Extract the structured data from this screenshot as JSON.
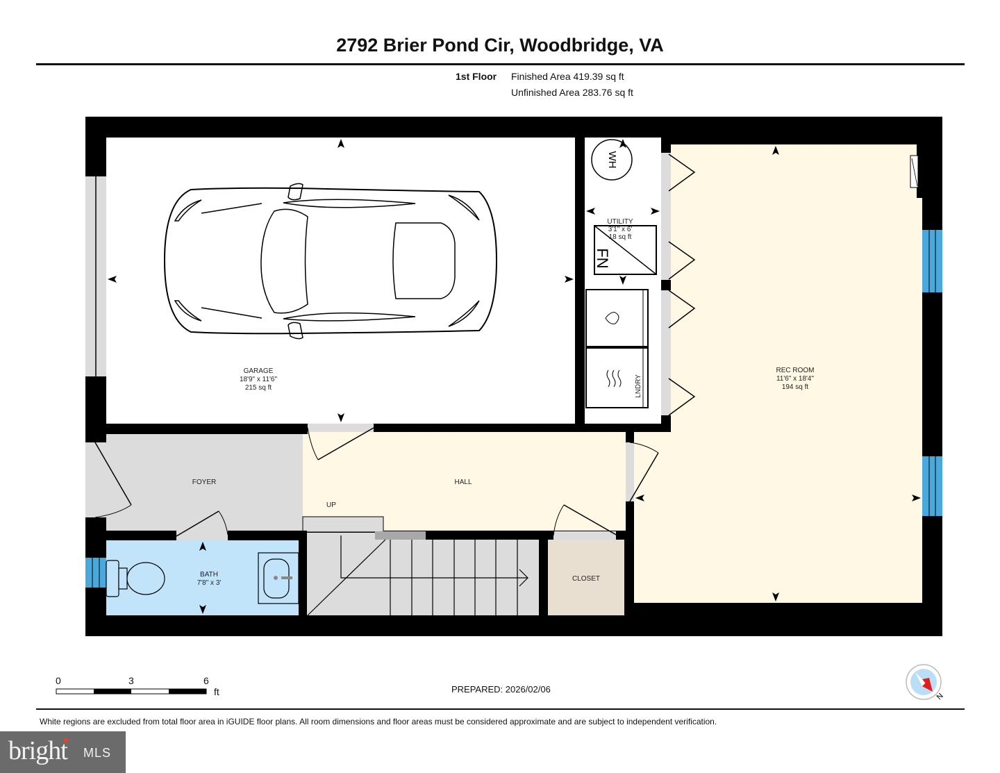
{
  "header": {
    "address": "2792 Brier Pond Cir, Woodbridge, VA",
    "floor": "1st Floor",
    "finished_area": "Finished Area 419.39 sq ft",
    "unfinished_area": "Unfinished Area 283.76 sq ft"
  },
  "rooms": {
    "garage": {
      "name": "GARAGE",
      "dims": "18'9\" x 11'6\"",
      "area": "215 sq ft",
      "color": "#ffffff"
    },
    "utility": {
      "name": "UTILITY",
      "dims": "3'1\" x 6'",
      "area": "18 sq ft",
      "color": "#ffffff"
    },
    "rec_room": {
      "name": "REC ROOM",
      "dims": "11'6\" x 18'4\"",
      "area": "194 sq ft",
      "color": "#fef8e4"
    },
    "foyer": {
      "name": "FOYER",
      "color": "#dcdcdc"
    },
    "hall": {
      "name": "HALL",
      "color": "#fef8e4"
    },
    "bath": {
      "name": "BATH",
      "dims": "7'8\" x 3'",
      "color": "#c2e4fa"
    },
    "closet": {
      "name": "CLOSET",
      "color": "#e8dfd1"
    },
    "stairs": {
      "label": "UP",
      "color": "#dcdcdc"
    }
  },
  "fixtures": {
    "water_heater": "WH",
    "furnace": "FN",
    "laundry": "LNDRY"
  },
  "colors": {
    "wall": "#000000",
    "window": "#4aa8dc",
    "opening": "#dcdcdc"
  },
  "scale_bar": {
    "ticks": [
      "0",
      "3",
      "6"
    ],
    "unit": "ft"
  },
  "compass": {
    "label": "N"
  },
  "footer": {
    "prepared": "PREPARED: 2026/02/06",
    "disclaimer": "White regions are excluded from total floor area in iGUIDE floor plans. All room dimensions and floor areas must be considered approximate and are subject to independent verification."
  },
  "logo": {
    "brand": "bright",
    "suffix": "MLS"
  }
}
